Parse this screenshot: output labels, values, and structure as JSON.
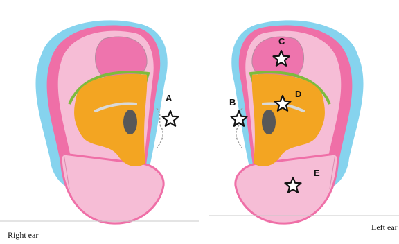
{
  "ears": {
    "right": {
      "caption": "Right ear"
    },
    "left": {
      "caption": "Left ear"
    }
  },
  "markers": [
    {
      "id": "A",
      "label": "A"
    },
    {
      "id": "B",
      "label": "B"
    },
    {
      "id": "C",
      "label": "C"
    },
    {
      "id": "D",
      "label": "D"
    },
    {
      "id": "E",
      "label": "E"
    }
  ],
  "colors": {
    "helix": "#86d3ee",
    "rim": "#ef6fa7",
    "skin": "#f6bdd6",
    "fossa": "#ee74ad",
    "concha": "#f3a522",
    "line": "#7dbb3d",
    "star": "#ffffff"
  }
}
